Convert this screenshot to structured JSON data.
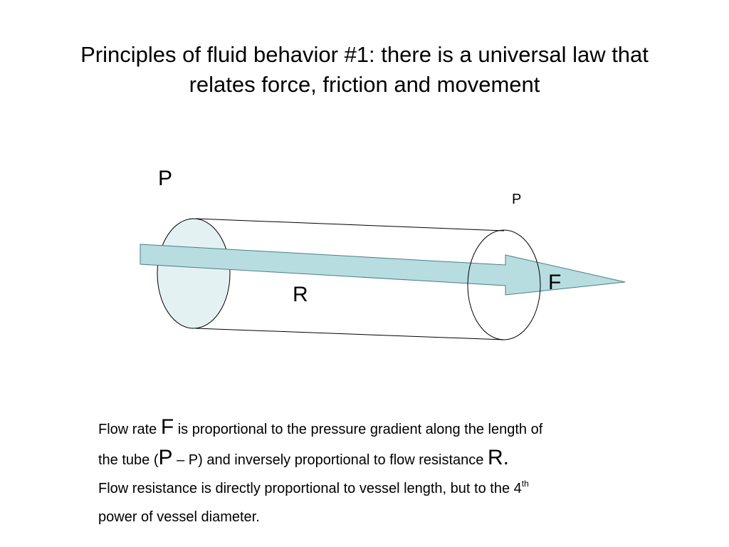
{
  "title": {
    "line1": "Principles of fluid behavior #1: there is a universal law that",
    "line2": "relates force, friction and movement"
  },
  "diagram": {
    "label_p_inlet": "P",
    "label_p_outlet": "P",
    "label_r": "R",
    "label_f": "F",
    "colors": {
      "tube_stroke": "#000000",
      "inlet_fill": "#e4f1f3",
      "arrow_fill": "#b7dde1",
      "arrow_stroke": "#4a7d86"
    }
  },
  "body": {
    "line1_pre": "Flow rate ",
    "line1_f": "F",
    "line1_post": " is proportional to the pressure gradient along the length of",
    "line2_pre": "the tube (",
    "line2_p": "P",
    "line2_mid": " – P) and inversely proportional to flow resistance ",
    "line2_r": "R.",
    "line3_pre": "Flow resistance is directly proportional to vessel length, but to the 4",
    "line3_sup": "th",
    "line4": "power of vessel diameter."
  }
}
